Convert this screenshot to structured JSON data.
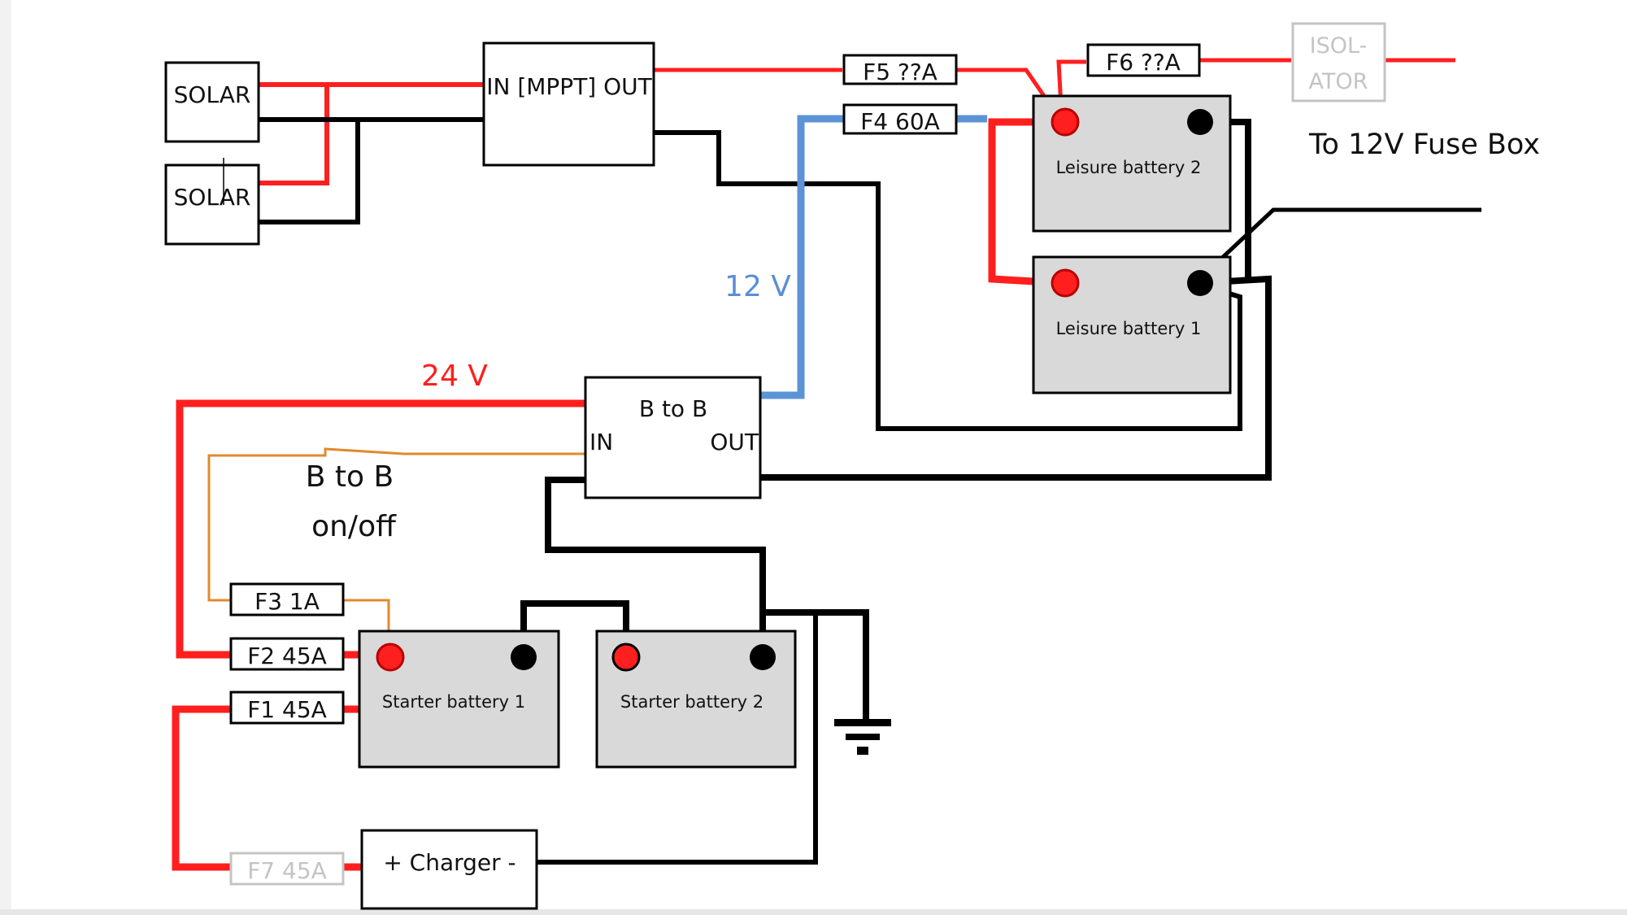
{
  "components": {
    "solar_1": "SOLAR",
    "solar_2": "SOLAR",
    "mppt": "IN [MPPT] OUT",
    "b2b_title": "B to B",
    "b2b_in": "IN",
    "b2b_out": "OUT",
    "leisure_battery_2": "Leisure battery 2",
    "leisure_battery_1": "Leisure battery 1",
    "starter_battery_1": "Starter battery 1",
    "starter_battery_2": "Starter battery 2",
    "charger": "+ Charger -",
    "isolator_line1": "ISOL-",
    "isolator_line2": "ATOR"
  },
  "fuses": {
    "f1": "F1 45A",
    "f2": "F2 45A",
    "f3": "F3 1A",
    "f4": "F4 60A",
    "f5": "F5 ??A",
    "f6": "F6 ??A",
    "f7": "F7 45A"
  },
  "labels": {
    "volt_12": "12 V",
    "volt_24": "24 V",
    "switch_line1": "B to B",
    "switch_line2": "on/off",
    "fuse_box": "To 12V Fuse Box"
  },
  "colors": {
    "positive": "#ff1f1f",
    "negative": "#000000",
    "line_12v": "#5b93d6",
    "switch_wire": "#e08a2e",
    "battery_fill": "#d9d9d9",
    "disabled": "#c4c4c4"
  }
}
